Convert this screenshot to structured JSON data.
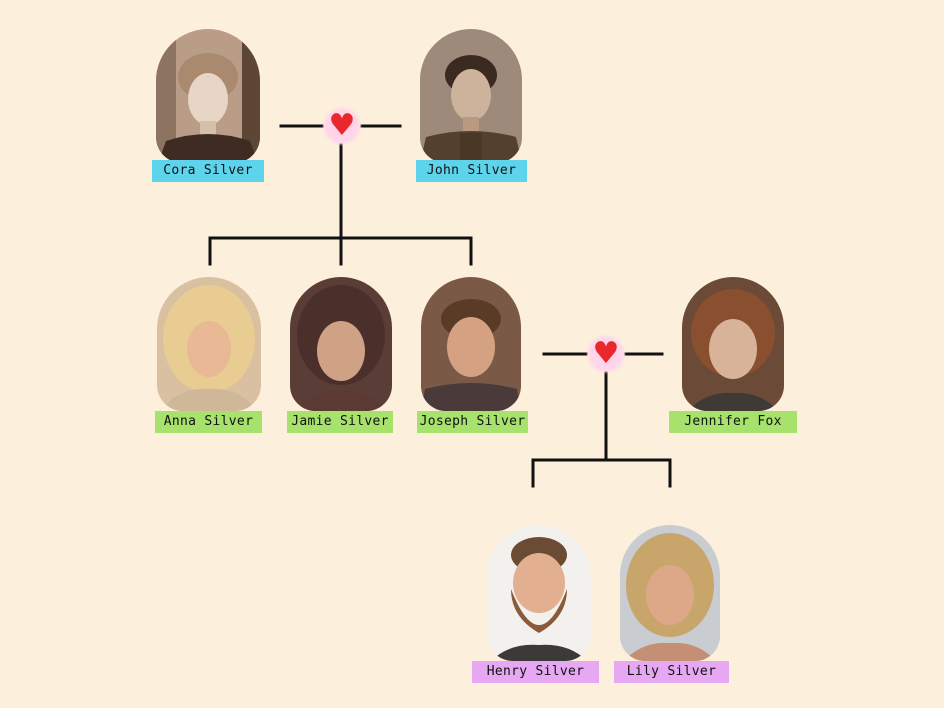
{
  "colors": {
    "background": "#fcefdc",
    "line": "#111111",
    "heart": "#e8282c",
    "label_generation_1": "#5ed4ec",
    "label_generation_2": "#a7e26c",
    "label_generation_3": "#e6a8f2"
  },
  "people": {
    "cora": {
      "name": "Cora Silver",
      "generation": 1,
      "photo": "sepia-portrait-woman"
    },
    "john": {
      "name": "John Silver",
      "generation": 1,
      "photo": "sepia-portrait-man-uniform"
    },
    "anna": {
      "name": "Anna Silver",
      "generation": 2,
      "photo": "portrait-blonde-woman"
    },
    "jamie": {
      "name": "Jamie Silver",
      "generation": 2,
      "photo": "portrait-brunette-woman"
    },
    "joseph": {
      "name": "Joseph Silver",
      "generation": 2,
      "photo": "portrait-man"
    },
    "jennifer": {
      "name": "Jennifer Fox",
      "generation": 2,
      "photo": "portrait-auburn-woman"
    },
    "henry": {
      "name": "Henry Silver",
      "generation": 3,
      "photo": "portrait-bearded-man"
    },
    "lily": {
      "name": "Lily Silver",
      "generation": 3,
      "photo": "portrait-smiling-woman"
    }
  },
  "unions": [
    {
      "partners": [
        "cora",
        "john"
      ],
      "symbol": "heart-icon",
      "children": [
        "anna",
        "jamie",
        "joseph"
      ]
    },
    {
      "partners": [
        "joseph",
        "jennifer"
      ],
      "symbol": "heart-icon",
      "children": [
        "henry",
        "lily"
      ]
    }
  ]
}
